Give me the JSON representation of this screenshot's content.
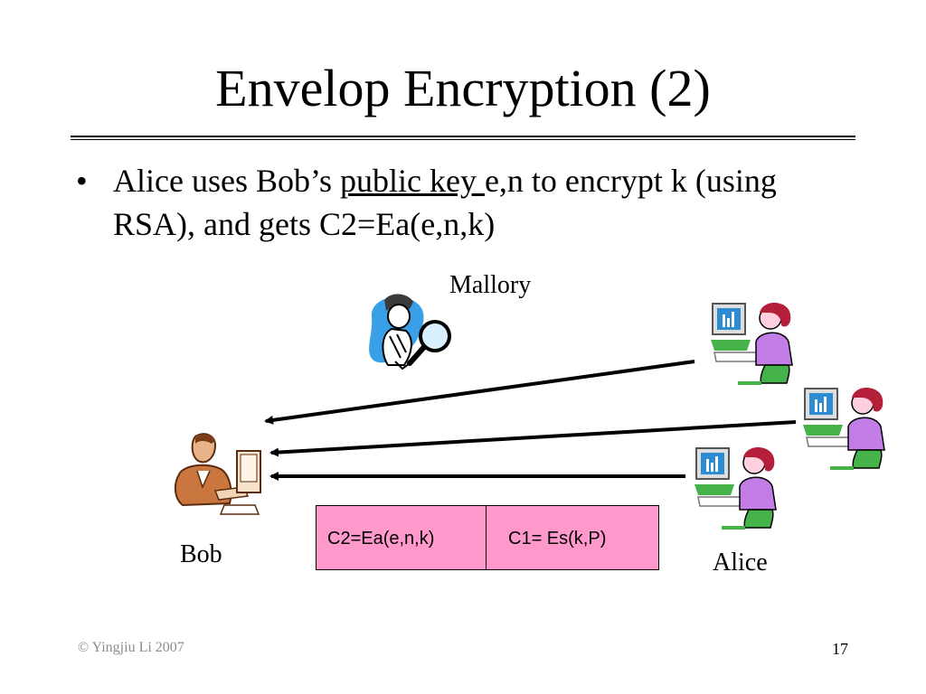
{
  "slide": {
    "title": "Envelop Encryption (2)",
    "bullet_char": "•",
    "bullet_part1": "Alice uses Bob’s ",
    "bullet_link": "public key ",
    "bullet_part2": "e,n to encrypt k (using RSA), and gets C2=Ea(e,n,k)"
  },
  "labels": {
    "mallory": "Mallory",
    "bob": "Bob",
    "alice": "Alice"
  },
  "envelope": {
    "left_text": "C2=Ea(e,n,k)",
    "right_text": "C1= Es(k,P)",
    "fill_color": "#ff99cc"
  },
  "footer": {
    "copyright": "© Yingjiu Li 2007",
    "page_number": "17"
  },
  "icons": [
    "mallory-detective-icon",
    "bob-computer-user-icon",
    "alice-computer-user-icon"
  ]
}
